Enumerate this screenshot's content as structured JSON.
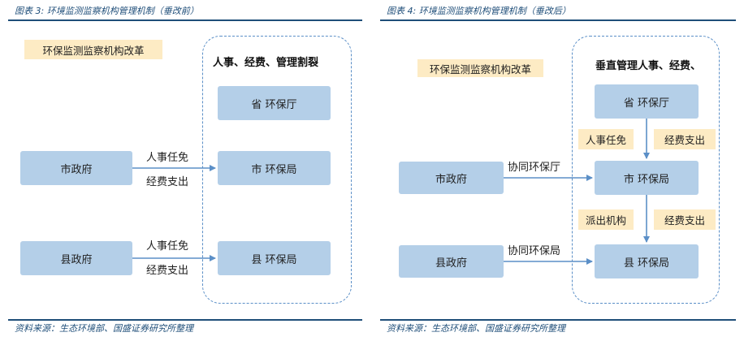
{
  "left": {
    "caption": "图表 3:  环境监测监察机构管理机制（垂改前）",
    "reform_label": "环保监测监察机构改革",
    "header": "人事、经费、管理割裂",
    "province": "省  环保厅",
    "city_gov": "市政府",
    "city_bureau": "市  环保局",
    "county_gov": "县政府",
    "county_bureau": "县  环保局",
    "city_edge_top": "人事任免",
    "city_edge_bottom": "经费支出",
    "county_edge_top": "人事任免",
    "county_edge_bottom": "经费支出",
    "source": "资料来源：生态环境部、国盛证券研究所整理"
  },
  "right": {
    "caption": "图表 4:  环境监测监察机构管理机制（垂改后）",
    "reform_label": "环保监测监察机构改革",
    "header": "垂直管理人事、经费、",
    "province": "省  环保厅",
    "city_gov": "市政府",
    "city_bureau": "市  环保局",
    "county_gov": "县政府",
    "county_bureau": "县  环保局",
    "city_edge": "协同环保厅",
    "county_edge": "协同环保局",
    "prov_city_left": "人事任免",
    "prov_city_right": "经费支出",
    "city_county_left": "派出机构",
    "city_county_right": "经费支出",
    "source": "资料来源：生态环境部、国盛证券研究所整理"
  },
  "colors": {
    "box": "#b4cfe8",
    "tag": "#fdebc4",
    "rule": "#1f4e79",
    "arrow": "#5b8fc7"
  }
}
